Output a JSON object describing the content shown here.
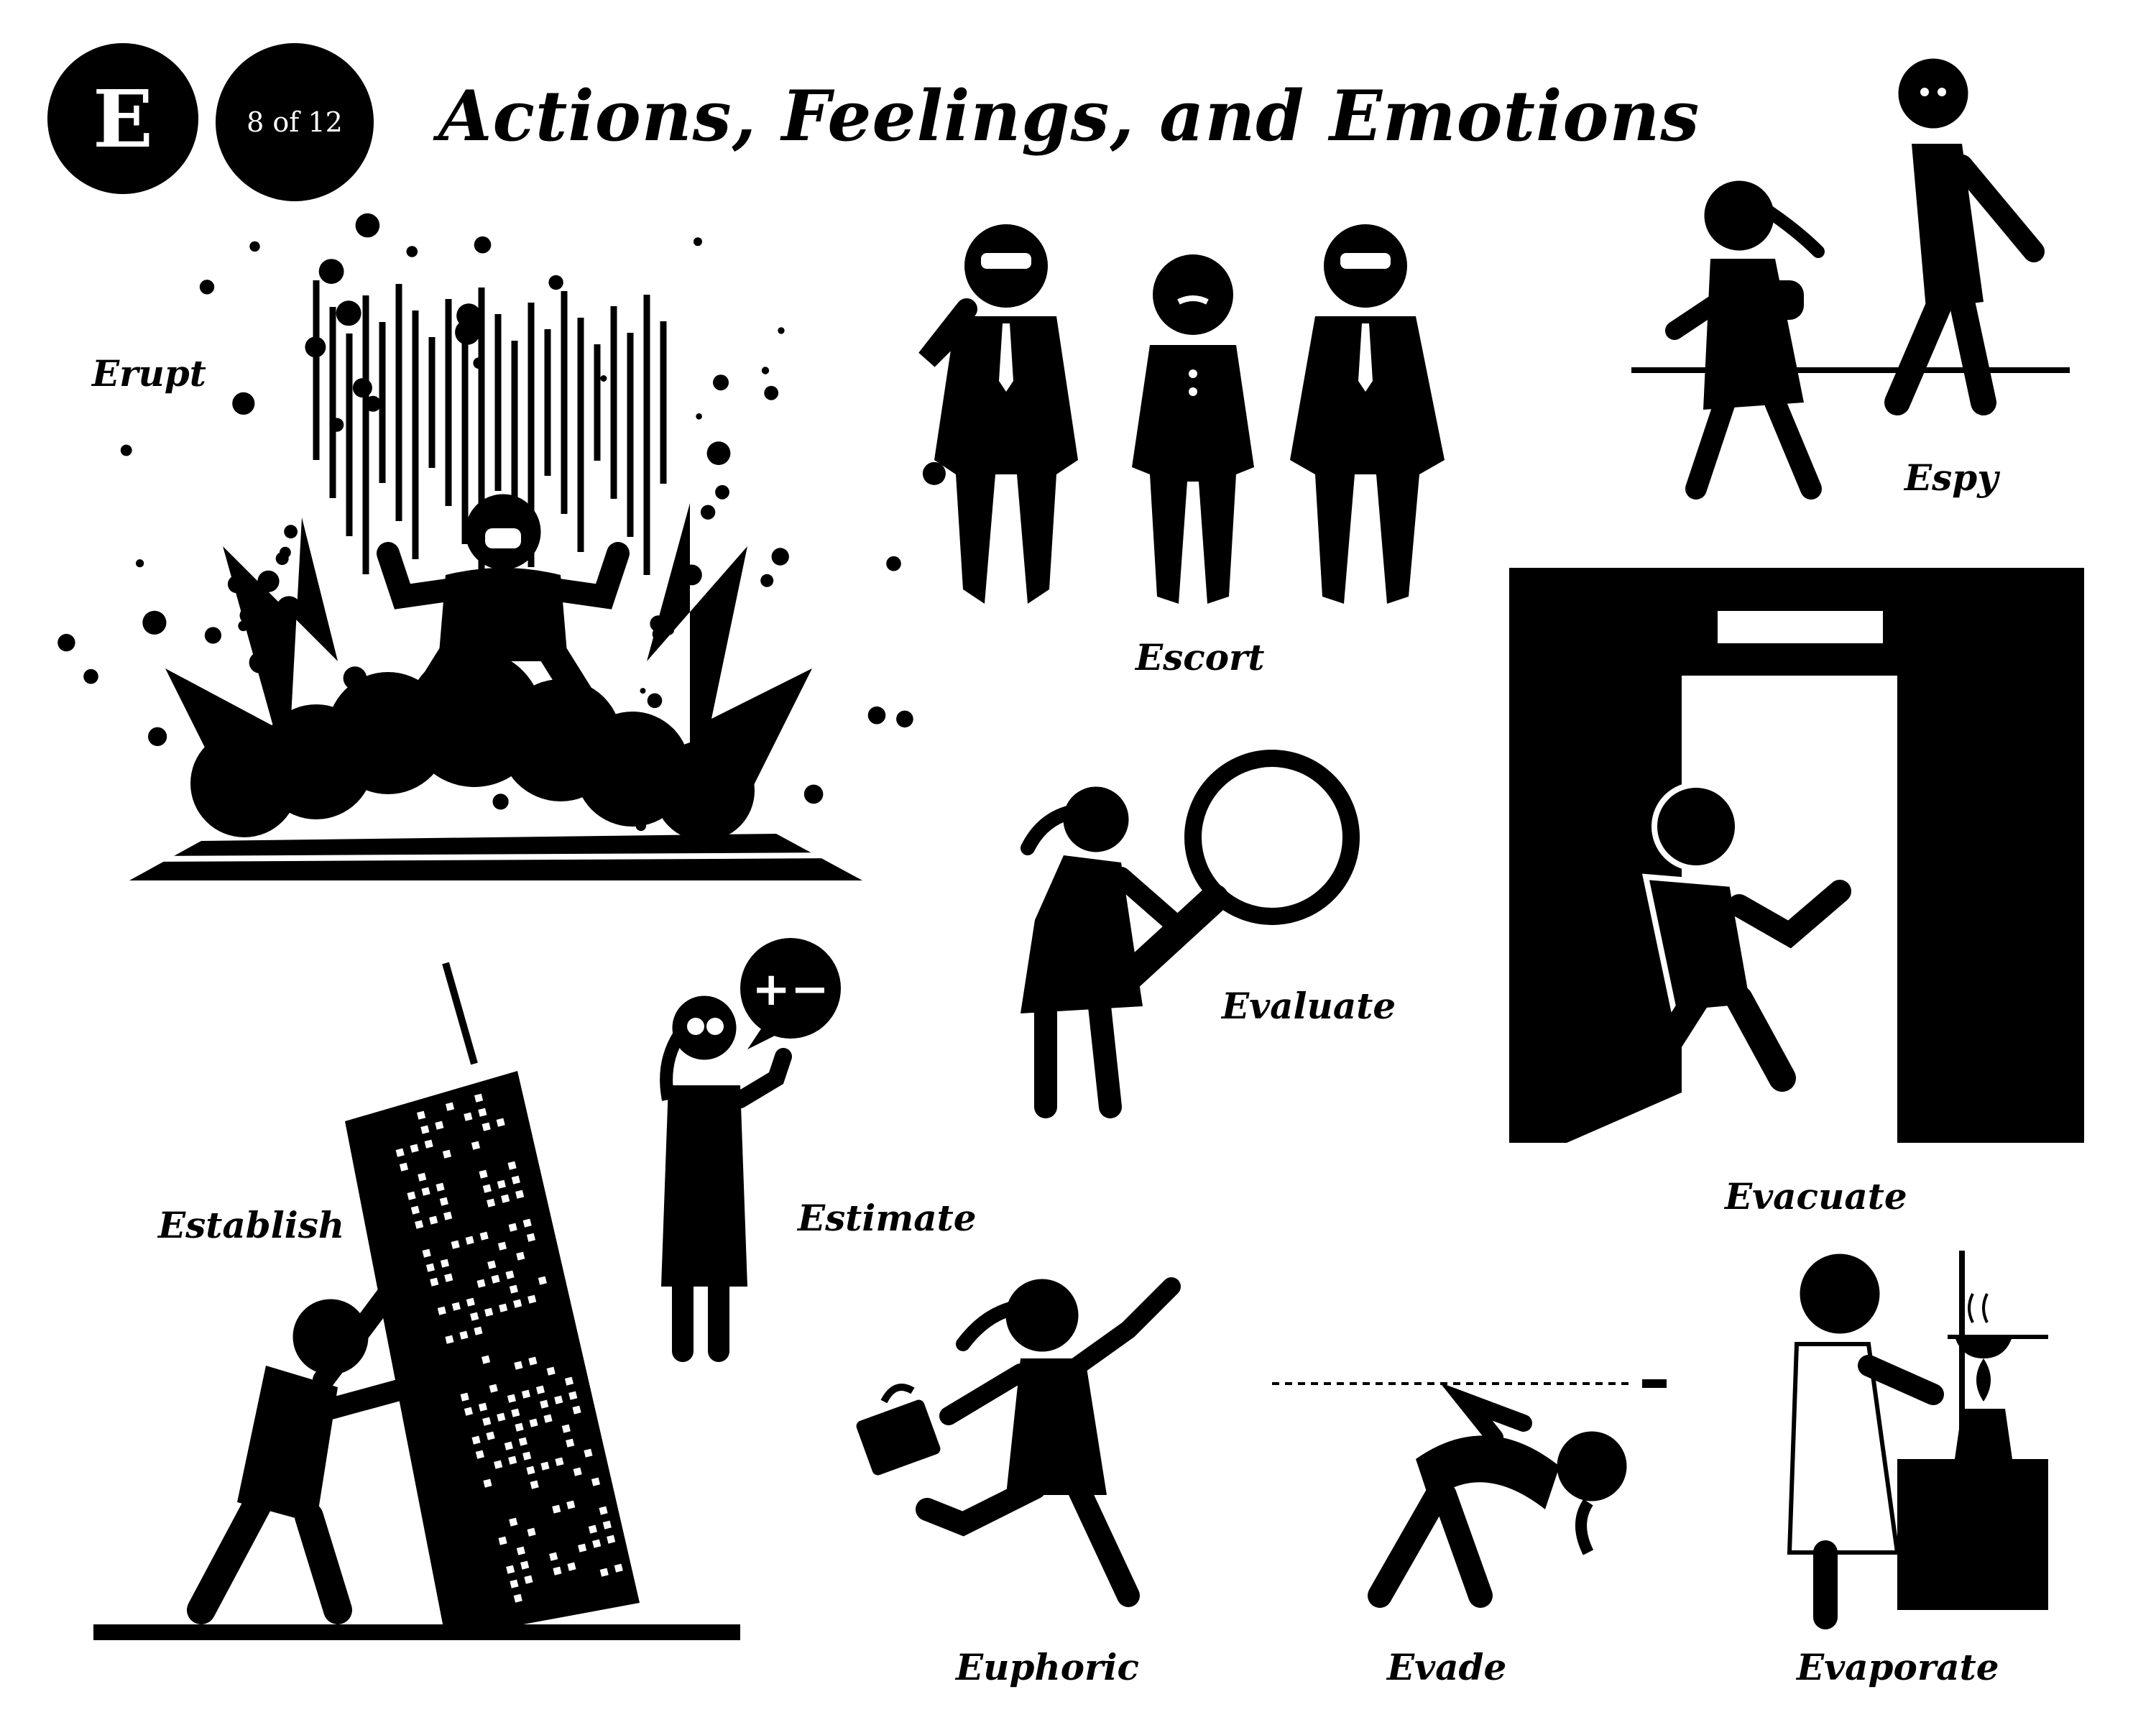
{
  "header": {
    "letter": "E",
    "page_indicator": "8 of 12",
    "title": "Actions, Feelings, and Emotions"
  },
  "bubble_symbol": "+−",
  "labels": {
    "erupt": "Erupt",
    "escort": "Escort",
    "espy": "Espy",
    "evaluate": "Evaluate",
    "evacuate": "Evacuate",
    "establish": "Establish",
    "estimate": "Estimate",
    "euphoric": "Euphoric",
    "evade": "Evade",
    "evaporate": "Evaporate"
  },
  "colors": {
    "ink": "#000000",
    "paper": "#ffffff"
  }
}
